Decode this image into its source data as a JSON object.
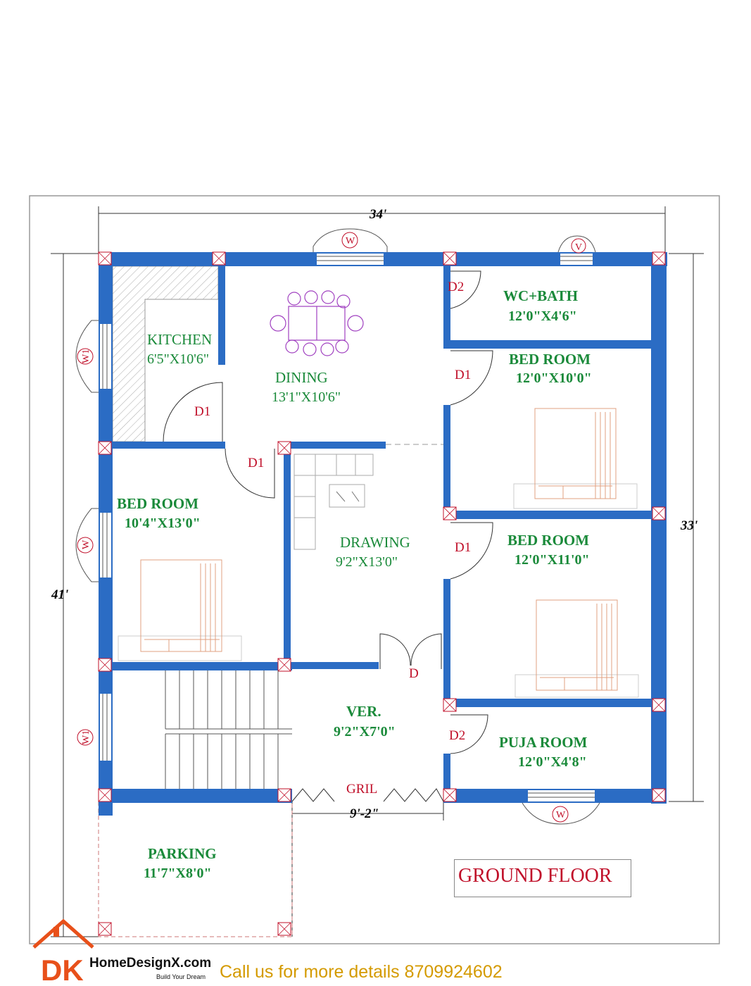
{
  "dimensions": {
    "overall_width": "34'",
    "overall_depth": "41'",
    "right_depth": "33'",
    "gril_width": "9'-2\""
  },
  "rooms": {
    "kitchen": {
      "name": "KITCHEN",
      "size": "6'5\"X10'6\""
    },
    "dining": {
      "name": "DINING",
      "size": "13'1\"X10'6\""
    },
    "wc_bath": {
      "name": "WC+BATH",
      "size": "12'0\"X4'6\""
    },
    "bed_room_right_top": {
      "name": "BED ROOM",
      "size": "12'0\"X10'0\""
    },
    "bed_room_left": {
      "name": "BED ROOM",
      "size": "10'4\"X13'0\""
    },
    "drawing": {
      "name": "DRAWING",
      "size": "9'2\"X13'0\""
    },
    "bed_room_right_mid": {
      "name": "BED ROOM",
      "size": "12'0\"X11'0\""
    },
    "verandah": {
      "name": "VER.",
      "size": "9'2\"X7'0\""
    },
    "puja_room": {
      "name": "PUJA ROOM",
      "size": "12'0\"X4'8\""
    },
    "parking": {
      "name": "PARKING",
      "size": "11'7\"X8'0\""
    }
  },
  "doors": {
    "d1_kitchen": "D1",
    "d1_bed_left": "D1",
    "d2_wc": "D2",
    "d1_bed_right_top": "D1",
    "d1_bed_right_mid": "D1",
    "d_main": "D",
    "d2_puja": "D2"
  },
  "windows": {
    "w_top": "W",
    "v_top": "V",
    "w1_kitchen": "W1",
    "w_bed_left": "W",
    "w1_stair": "W1",
    "w_bottom": "W"
  },
  "gril_label": "GRIL",
  "floor_title": "GROUND FLOOR",
  "footer": {
    "logo_letters": "DK",
    "logo_text": "HomeDesignX.com",
    "logo_tagline": "Build Your Dream",
    "call_text": "Call us for more details 8709924602"
  },
  "colors": {
    "wall": "#2b6cc4",
    "room_label": "#1a8a3a",
    "door_label": "#c0102a",
    "logo": "#e8501a",
    "footer_text": "#d49a00"
  }
}
